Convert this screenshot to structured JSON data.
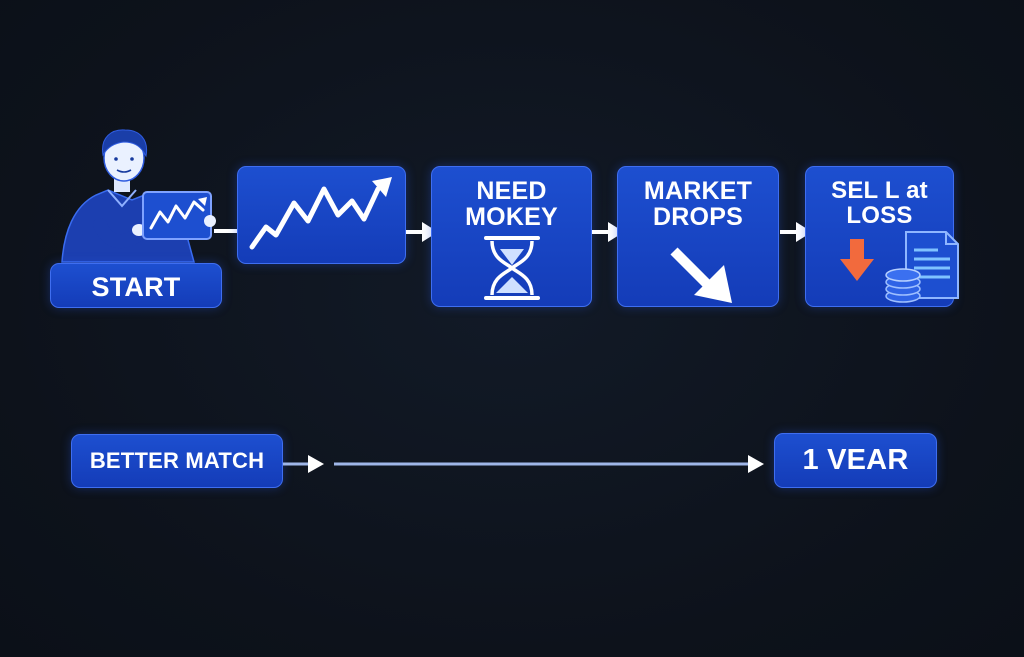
{
  "diagram": {
    "steps": [
      {
        "id": "start",
        "label": "START"
      },
      {
        "id": "need",
        "line1": "NEED",
        "line2": "MOKEY"
      },
      {
        "id": "market",
        "line1": "MARKET",
        "line2": "DROPS"
      },
      {
        "id": "sell",
        "line1": "SEL L at",
        "line2": "LOSS"
      }
    ],
    "timeline": {
      "start_label": "BETTER MATCH",
      "end_label": "1 VEAR"
    },
    "icons": {
      "person": "person-presenting-icon",
      "chart": "rising-chart-icon",
      "hourglass": "hourglass-icon",
      "drop": "down-trend-arrow-icon",
      "loss": "loss-arrow-icon",
      "coins": "coin-stack-icon",
      "document": "document-icon"
    },
    "colors": {
      "background": "#0e131d",
      "box": "#1a46c8",
      "box_border": "#3f6ef0",
      "text": "#ffffff",
      "loss_arrow": "#f26a3d",
      "connector": "#ffffff",
      "timeline_line": "#9fb6e8"
    }
  }
}
